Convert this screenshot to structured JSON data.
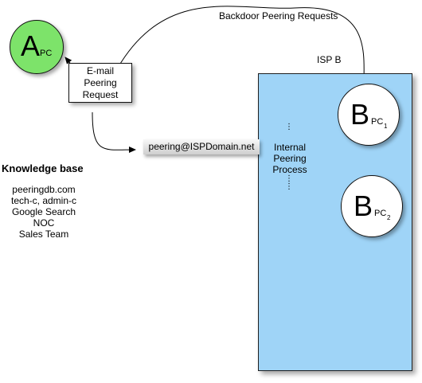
{
  "isp_b": {
    "label": "ISP B"
  },
  "node_a": {
    "letter": "A",
    "sub": "PC"
  },
  "node_b1": {
    "letter": "B",
    "sub": "PC",
    "subsub": "1"
  },
  "node_b2": {
    "letter": "B",
    "sub": "PC",
    "subsub": "2"
  },
  "email_request": {
    "lines": [
      "E-mail",
      "Peering",
      "Request"
    ]
  },
  "peering_address": "peering@ISPDomain.net",
  "internal_process": {
    "lines": [
      "Internal",
      "Peering",
      "Process"
    ]
  },
  "backdoor_label": "Backdoor Peering Requests",
  "knowledge_base": {
    "title": "Knowledge base",
    "items": [
      "peeringdb.com",
      "tech-c, admin-c",
      "Google Search",
      "NOC",
      "Sales Team"
    ]
  },
  "colors": {
    "isp_fill": "#9fd4f7",
    "node_a_fill": "#7de36a"
  }
}
